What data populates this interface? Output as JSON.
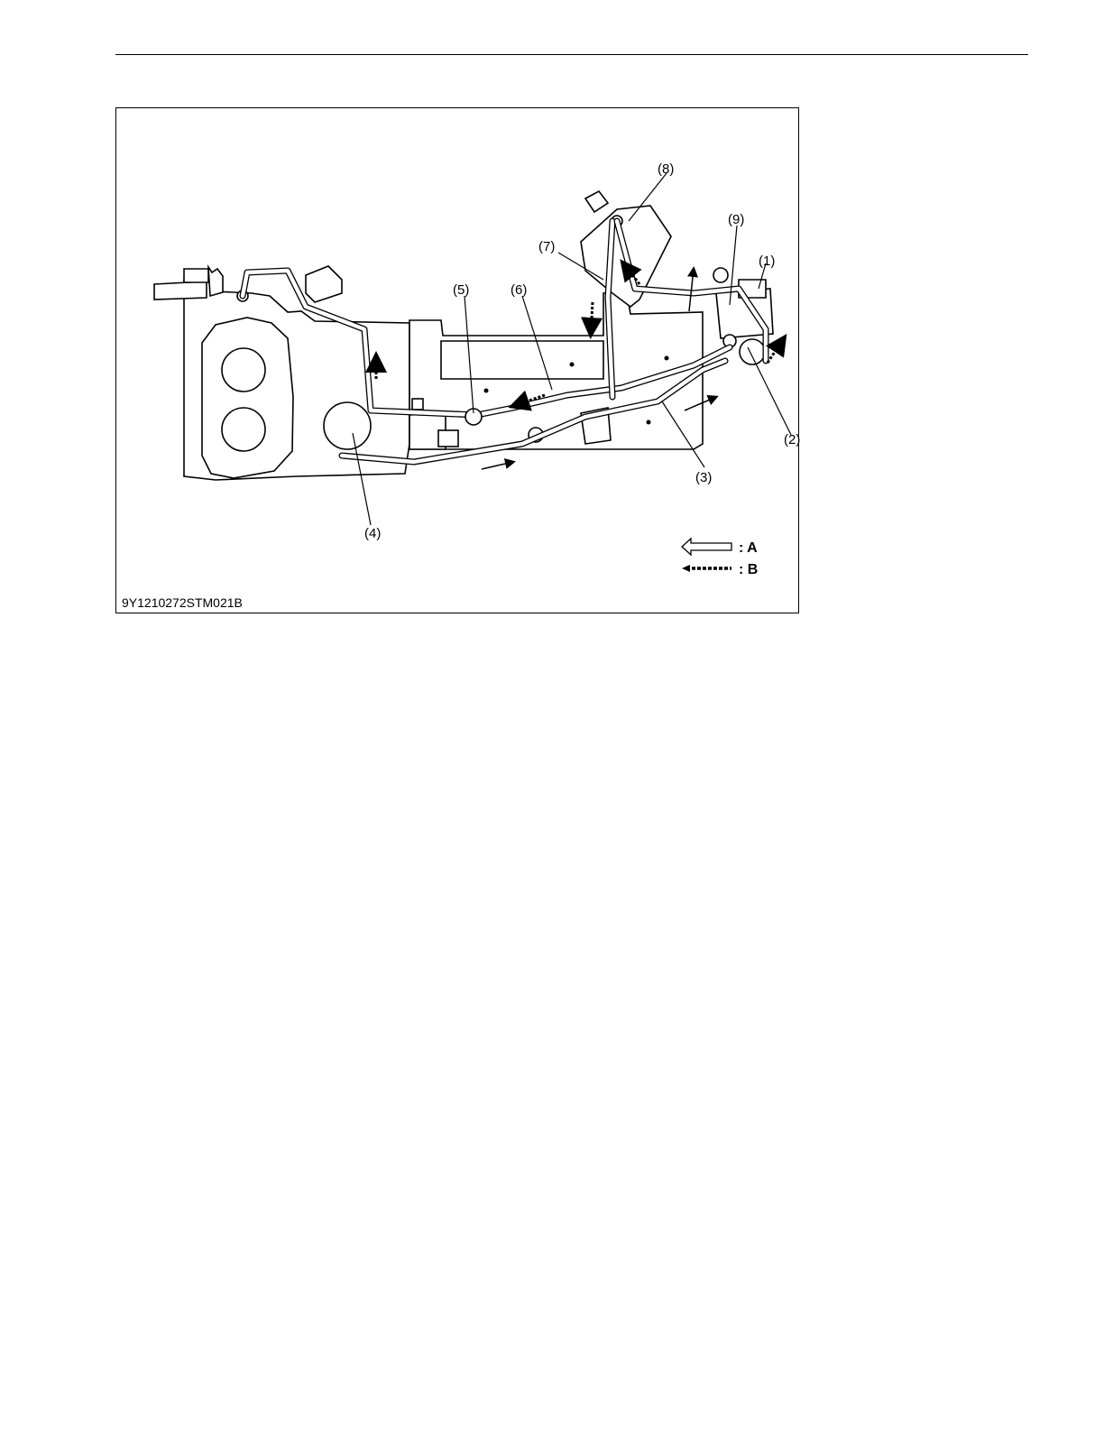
{
  "figure": {
    "code": "9Y1210272STM021B",
    "callouts": [
      {
        "id": "1",
        "label": "(1)"
      },
      {
        "id": "2",
        "label": "(2)"
      },
      {
        "id": "3",
        "label": "(3)"
      },
      {
        "id": "4",
        "label": "(4)"
      },
      {
        "id": "5",
        "label": "(5)"
      },
      {
        "id": "6",
        "label": "(6)"
      },
      {
        "id": "7",
        "label": "(7)"
      },
      {
        "id": "8",
        "label": "(8)"
      },
      {
        "id": "9",
        "label": "(9)"
      }
    ],
    "legend": [
      {
        "key": "A",
        "label": ": A",
        "arrow": "hollow-arrow-icon"
      },
      {
        "key": "B",
        "label": ": B",
        "arrow": "dotted-arrow-icon"
      }
    ]
  }
}
